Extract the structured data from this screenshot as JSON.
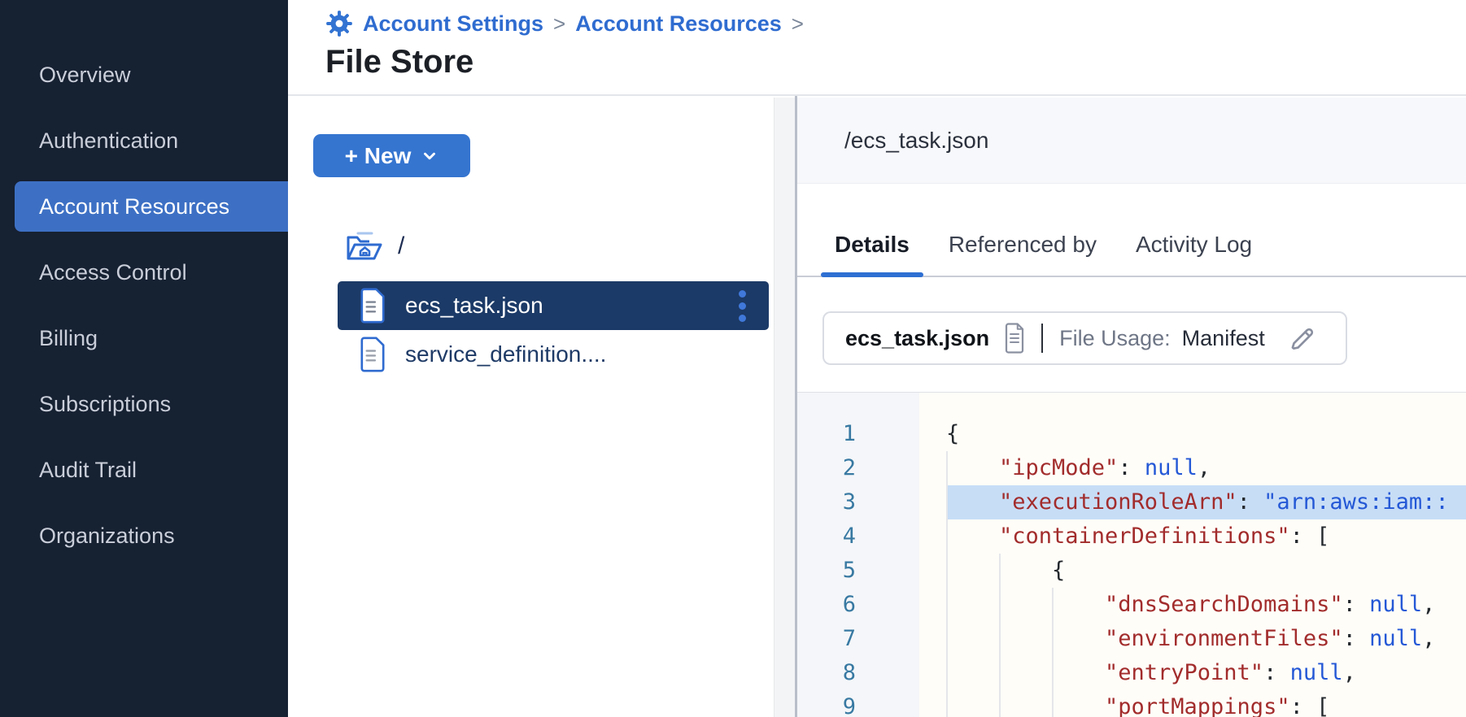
{
  "sidebar": {
    "items": [
      {
        "label": "Overview",
        "active": false
      },
      {
        "label": "Authentication",
        "active": false
      },
      {
        "label": "Account Resources",
        "active": true
      },
      {
        "label": "Access Control",
        "active": false
      },
      {
        "label": "Billing",
        "active": false
      },
      {
        "label": "Subscriptions",
        "active": false
      },
      {
        "label": "Audit Trail",
        "active": false
      },
      {
        "label": "Organizations",
        "active": false
      }
    ]
  },
  "breadcrumb": {
    "items": [
      "Account Settings",
      "Account Resources"
    ],
    "separator": ">"
  },
  "page": {
    "title": "File Store"
  },
  "file_panel": {
    "new_button_label": "+ New",
    "path": "/",
    "files": [
      {
        "name": "ecs_task.json",
        "selected": true
      },
      {
        "name": "service_definition....",
        "selected": false
      }
    ]
  },
  "right_panel": {
    "path": "/ecs_task.json",
    "tabs": [
      {
        "label": "Details",
        "active": true
      },
      {
        "label": "Referenced by",
        "active": false
      },
      {
        "label": "Activity Log",
        "active": false
      }
    ],
    "usage": {
      "file_name": "ecs_task.json",
      "label": "File Usage:",
      "value": "Manifest"
    }
  },
  "code": {
    "lines": [
      {
        "num": 1,
        "indent": 0,
        "hl": false,
        "tokens": [
          [
            "p",
            "{"
          ]
        ]
      },
      {
        "num": 2,
        "indent": 1,
        "hl": false,
        "tokens": [
          [
            "k",
            "\"ipcMode\""
          ],
          [
            "p",
            ": "
          ],
          [
            "v",
            "null"
          ],
          [
            "p",
            ","
          ]
        ]
      },
      {
        "num": 3,
        "indent": 1,
        "hl": true,
        "tokens": [
          [
            "k",
            "\"executionRoleArn\""
          ],
          [
            "p",
            ": "
          ],
          [
            "v",
            "\"arn:aws:iam::"
          ]
        ]
      },
      {
        "num": 4,
        "indent": 1,
        "hl": false,
        "tokens": [
          [
            "k",
            "\"containerDefinitions\""
          ],
          [
            "p",
            ": ["
          ]
        ]
      },
      {
        "num": 5,
        "indent": 2,
        "hl": false,
        "tokens": [
          [
            "p",
            "{"
          ]
        ]
      },
      {
        "num": 6,
        "indent": 3,
        "hl": false,
        "tokens": [
          [
            "k",
            "\"dnsSearchDomains\""
          ],
          [
            "p",
            ": "
          ],
          [
            "v",
            "null"
          ],
          [
            "p",
            ","
          ]
        ]
      },
      {
        "num": 7,
        "indent": 3,
        "hl": false,
        "tokens": [
          [
            "k",
            "\"environmentFiles\""
          ],
          [
            "p",
            ": "
          ],
          [
            "v",
            "null"
          ],
          [
            "p",
            ","
          ]
        ]
      },
      {
        "num": 8,
        "indent": 3,
        "hl": false,
        "tokens": [
          [
            "k",
            "\"entryPoint\""
          ],
          [
            "p",
            ": "
          ],
          [
            "v",
            "null"
          ],
          [
            "p",
            ","
          ]
        ]
      },
      {
        "num": 9,
        "indent": 3,
        "hl": false,
        "tokens": [
          [
            "k",
            "\"portMappings\""
          ],
          [
            "p",
            ": ["
          ]
        ]
      }
    ]
  },
  "colors": {
    "accent_blue": "#2f6cd0",
    "sidebar_bg": "#162132",
    "sidebar_active_bg": "#3d70c4",
    "selected_row_bg": "#1c3a67",
    "tab_underline": "#2e6fd3",
    "line_highlight": "#c7ddf6",
    "syntax_key": "#a22c2c",
    "syntax_value": "#2458d6",
    "line_number": "#3879a2"
  }
}
